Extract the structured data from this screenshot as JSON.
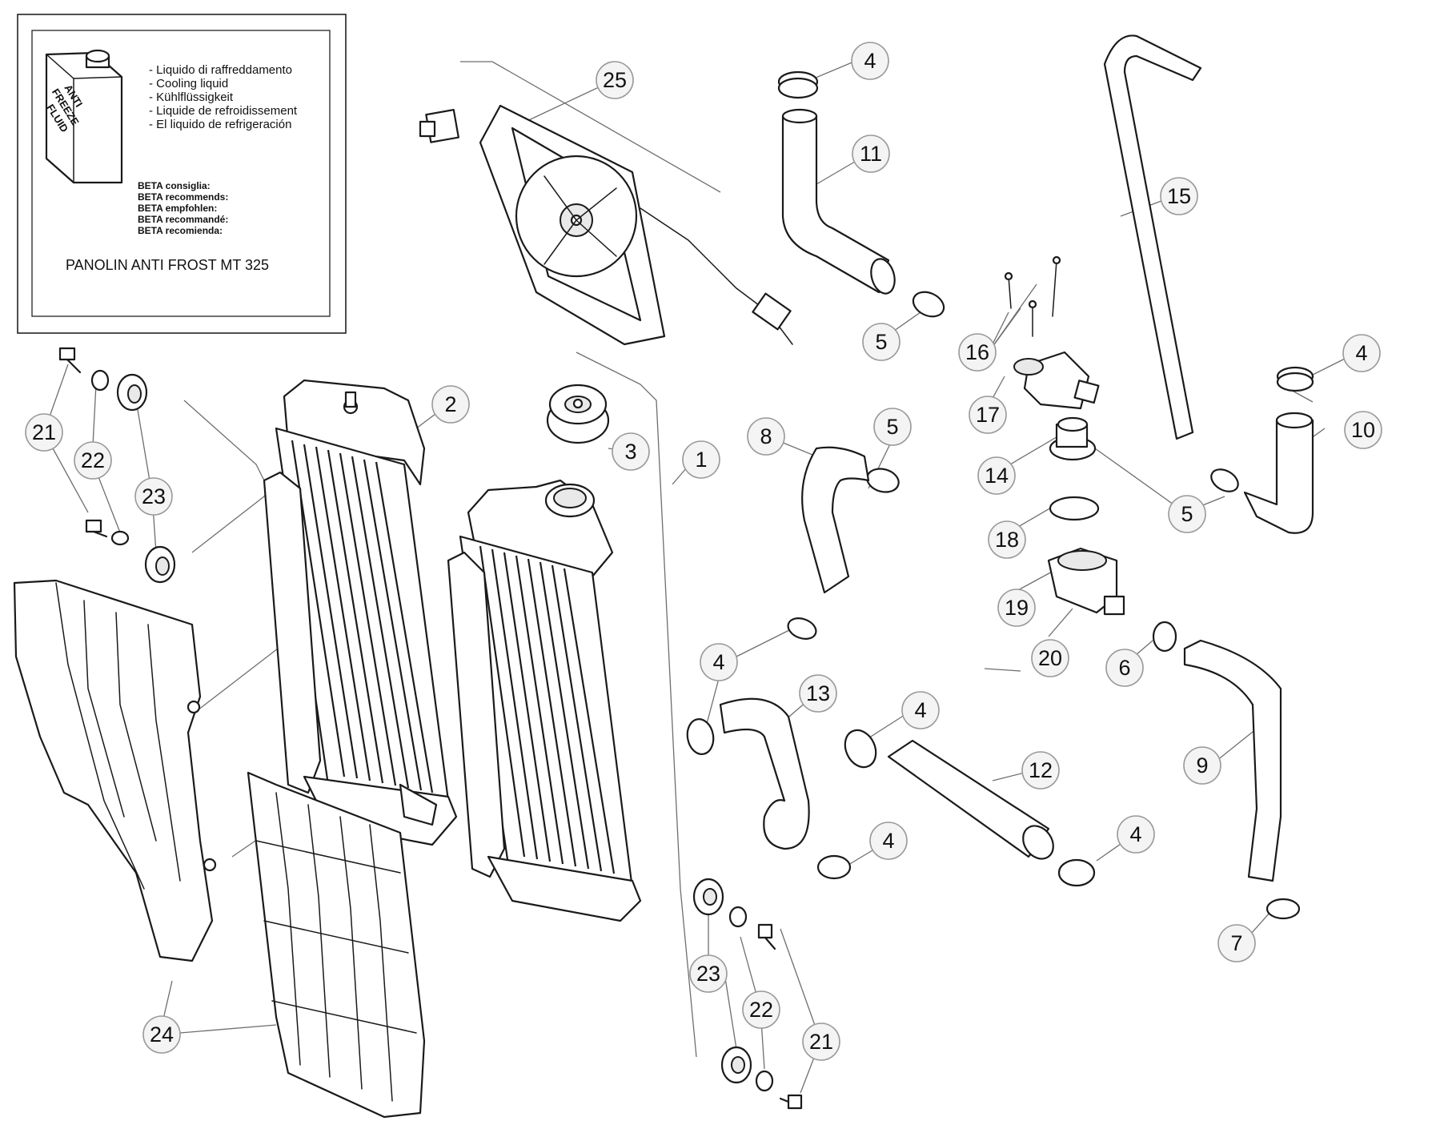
{
  "info_box": {
    "can_label_lines": [
      "ANTI",
      "FREEZE",
      "FLUID"
    ],
    "fluid_names": [
      "- Liquido di raffreddamento",
      "- Cooling liquid",
      "- Kühlflüssigkeit",
      "- Liquide de refroidissement",
      "- El liquido de refrigeración"
    ],
    "recommends": [
      "BETA consiglia:",
      "BETA recommends:",
      "BETA empfohlen:",
      "BETA recommandé:",
      "BETA recomienda:"
    ],
    "product": "PANOLIN ANTI FROST MT 325"
  },
  "callouts": [
    {
      "id": "c1",
      "label": "1"
    },
    {
      "id": "c2",
      "label": "2"
    },
    {
      "id": "c3",
      "label": "3"
    },
    {
      "id": "c4a",
      "label": "4"
    },
    {
      "id": "c4b",
      "label": "4"
    },
    {
      "id": "c4c",
      "label": "4"
    },
    {
      "id": "c4d",
      "label": "4"
    },
    {
      "id": "c4e",
      "label": "4"
    },
    {
      "id": "c4f",
      "label": "4"
    },
    {
      "id": "c5a",
      "label": "5"
    },
    {
      "id": "c5b",
      "label": "5"
    },
    {
      "id": "c5c",
      "label": "5"
    },
    {
      "id": "c6",
      "label": "6"
    },
    {
      "id": "c7",
      "label": "7"
    },
    {
      "id": "c8",
      "label": "8"
    },
    {
      "id": "c9",
      "label": "9"
    },
    {
      "id": "c10",
      "label": "10"
    },
    {
      "id": "c11",
      "label": "11"
    },
    {
      "id": "c12",
      "label": "12"
    },
    {
      "id": "c13",
      "label": "13"
    },
    {
      "id": "c14",
      "label": "14"
    },
    {
      "id": "c15",
      "label": "15"
    },
    {
      "id": "c16",
      "label": "16"
    },
    {
      "id": "c17",
      "label": "17"
    },
    {
      "id": "c18",
      "label": "18"
    },
    {
      "id": "c19",
      "label": "19"
    },
    {
      "id": "c20",
      "label": "20"
    },
    {
      "id": "c21a",
      "label": "21"
    },
    {
      "id": "c21b",
      "label": "21"
    },
    {
      "id": "c22a",
      "label": "22"
    },
    {
      "id": "c22b",
      "label": "22"
    },
    {
      "id": "c23a",
      "label": "23"
    },
    {
      "id": "c23b",
      "label": "23"
    },
    {
      "id": "c24",
      "label": "24"
    },
    {
      "id": "c25",
      "label": "25"
    }
  ]
}
